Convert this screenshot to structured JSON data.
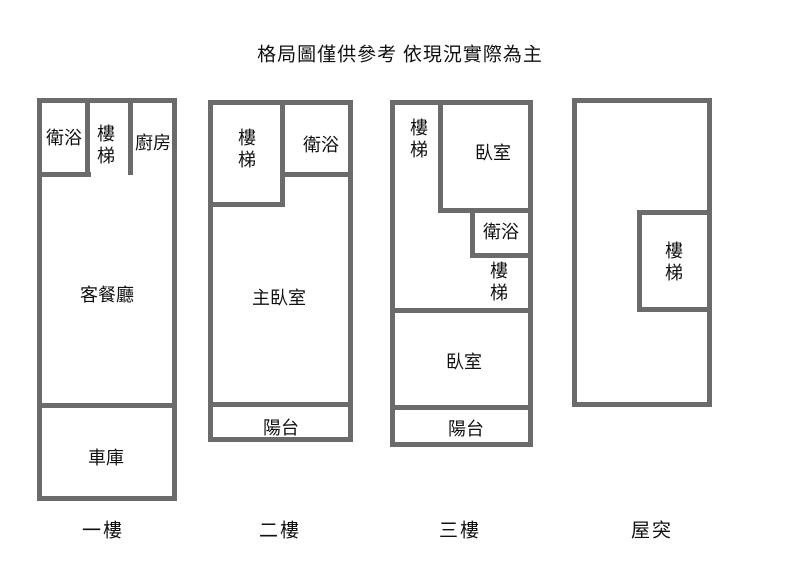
{
  "title": "格局圖僅供參考 依現況實際為主",
  "wall_color": "#6b6b6b",
  "floors": [
    {
      "name": "一樓",
      "rooms": {
        "bath": "衛浴",
        "stairs": "樓梯",
        "kitchen": "廚房",
        "living_dining": "客餐廳",
        "garage": "車庫"
      }
    },
    {
      "name": "二樓",
      "rooms": {
        "stairs": "樓梯",
        "bath": "衛浴",
        "master_bedroom": "主臥室",
        "balcony": "陽台"
      }
    },
    {
      "name": "三樓",
      "rooms": {
        "stairs_upper": "樓梯",
        "bedroom_front": "臥室",
        "bath": "衛浴",
        "stairs_lower": "樓梯",
        "bedroom_rear": "臥室",
        "balcony": "陽台"
      }
    },
    {
      "name": "屋突",
      "rooms": {
        "stairs": "樓梯"
      }
    }
  ]
}
